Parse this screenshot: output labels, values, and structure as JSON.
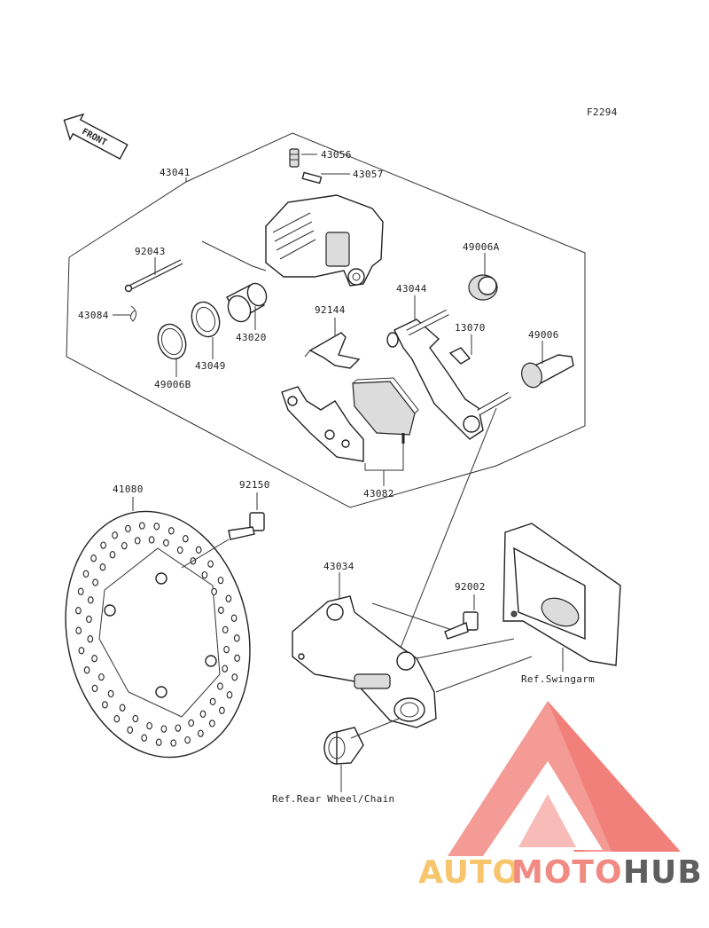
{
  "figure_code": "F2294",
  "front_arrow_label": "FRONT",
  "callouts": {
    "c43056": "43056",
    "c43057": "43057",
    "c43041": "43041",
    "c92043": "92043",
    "c43084": "43084",
    "c92144": "92144",
    "c43020": "43020",
    "c43049": "43049",
    "c49006B": "49006B",
    "c49006A": "49006A",
    "c43044": "43044",
    "c13070": "13070",
    "c49006": "49006",
    "c43082": "43082",
    "c41080": "41080",
    "c92150": "92150",
    "c43034": "43034",
    "c92002": "92002",
    "ref_swingarm": "Ref.Swingarm",
    "ref_wheel": "Ref.Rear Wheel/Chain"
  },
  "watermark": {
    "part1": "AUTO",
    "part2": "MOTO",
    "part3": "HUB",
    "color1": "#f7c56b",
    "color2": "#f08a83",
    "color3": "#5f5f5f",
    "logo_color": "#f06b63"
  }
}
